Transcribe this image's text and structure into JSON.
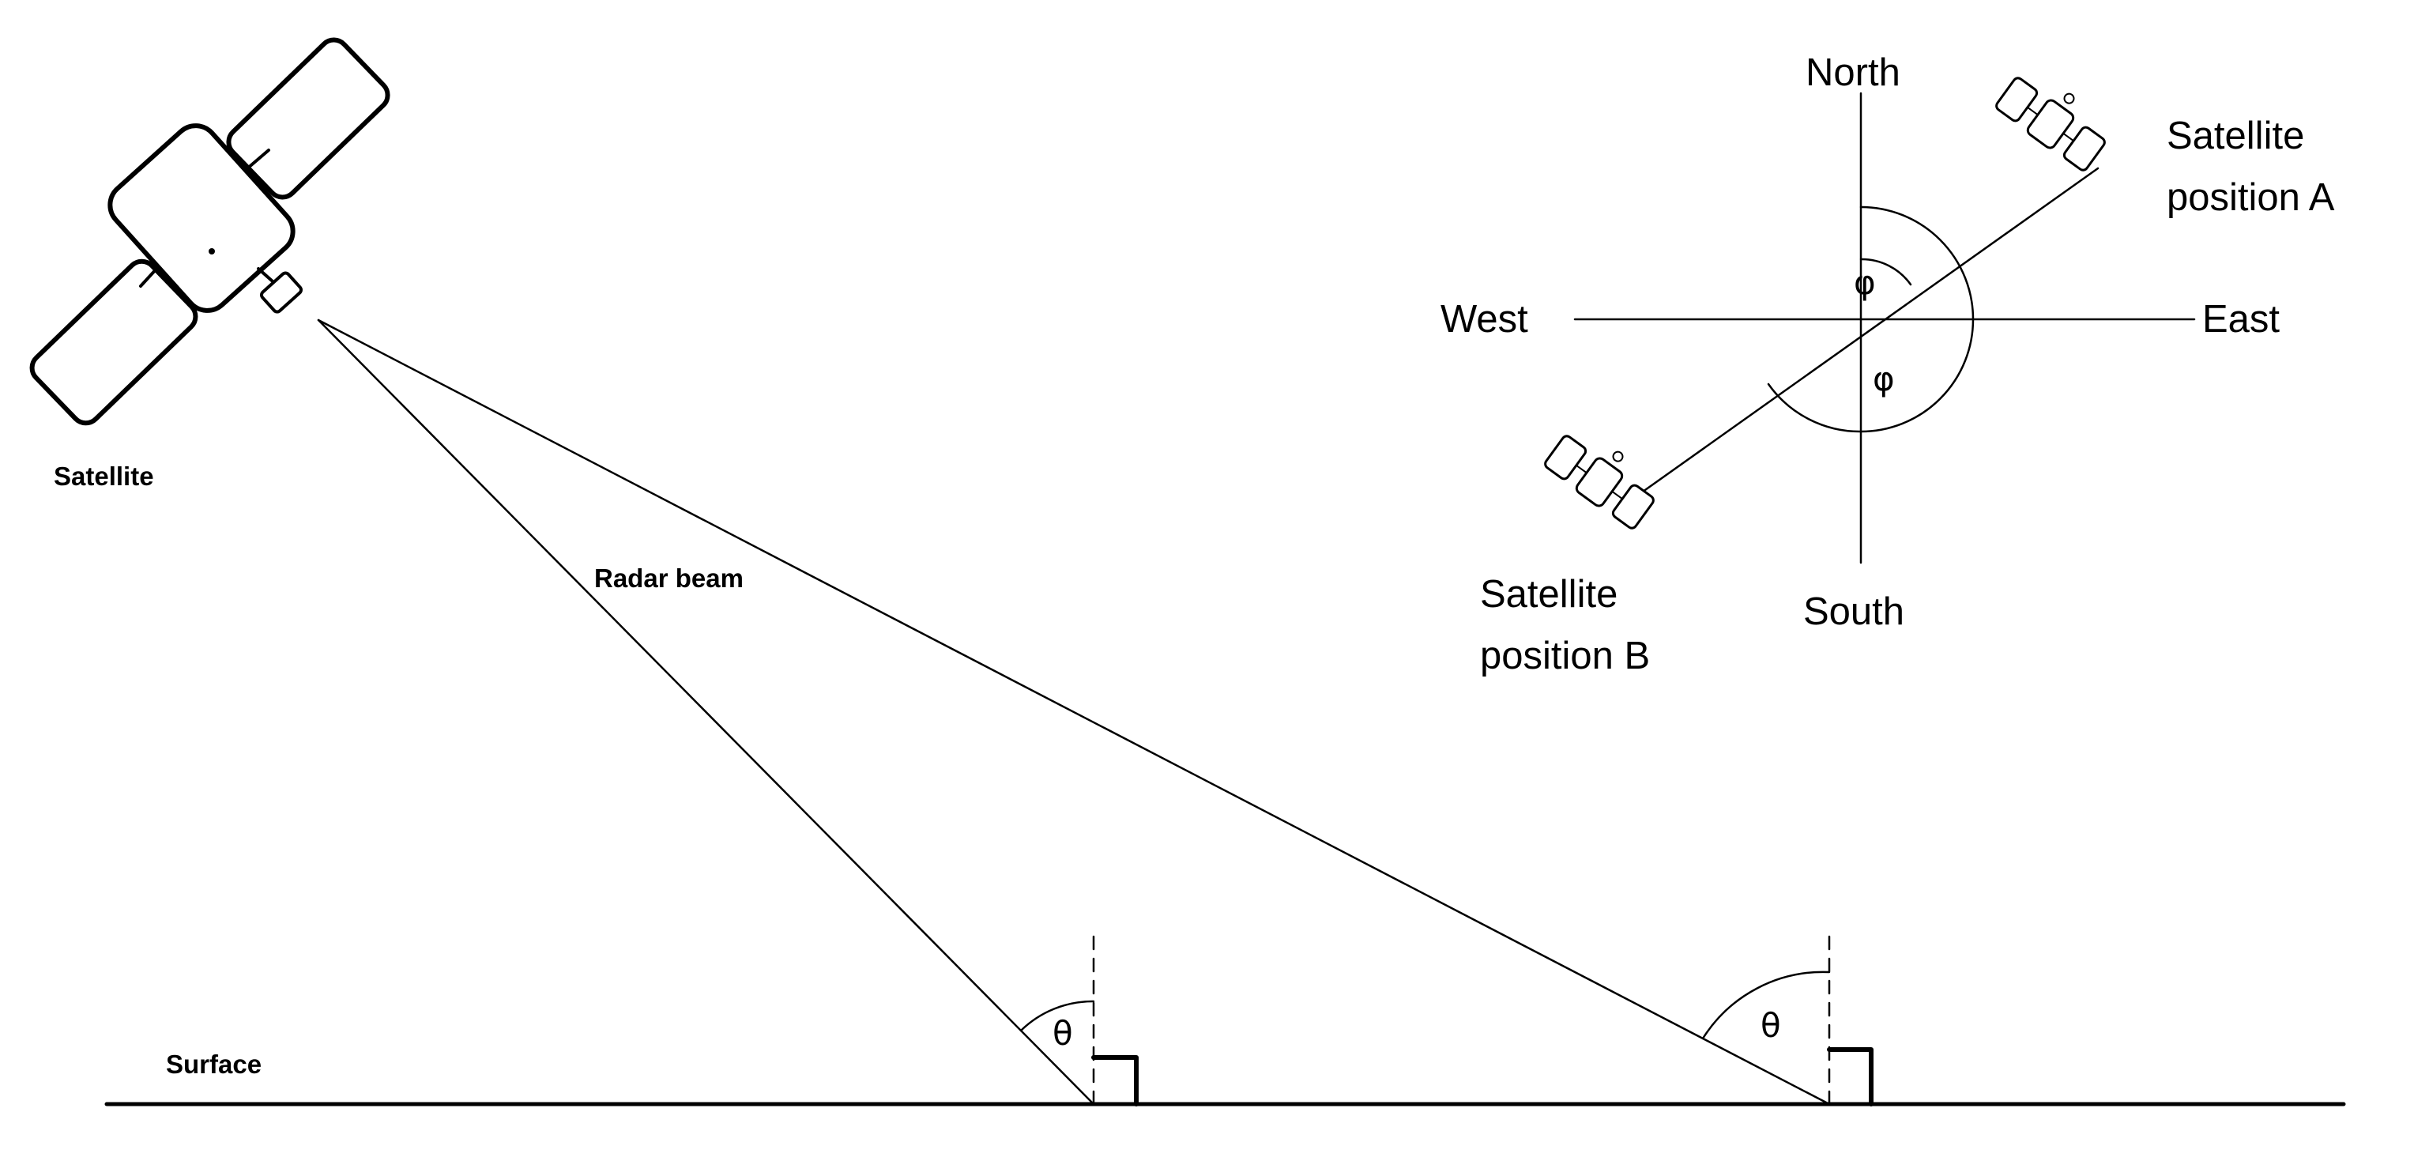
{
  "labels": {
    "satellite": "Satellite",
    "radar_beam": "Radar beam",
    "surface": "Surface",
    "north": "North",
    "south": "South",
    "east": "East",
    "west": "West",
    "position_a_line1": "Satellite",
    "position_a_line2": "position A",
    "position_b_line1": "Satellite",
    "position_b_line2": "position B",
    "incidence_angle_symbol": "θ",
    "heading_angle_symbol": "φ"
  },
  "colors": {
    "ink": "#000000",
    "background": "#ffffff"
  }
}
